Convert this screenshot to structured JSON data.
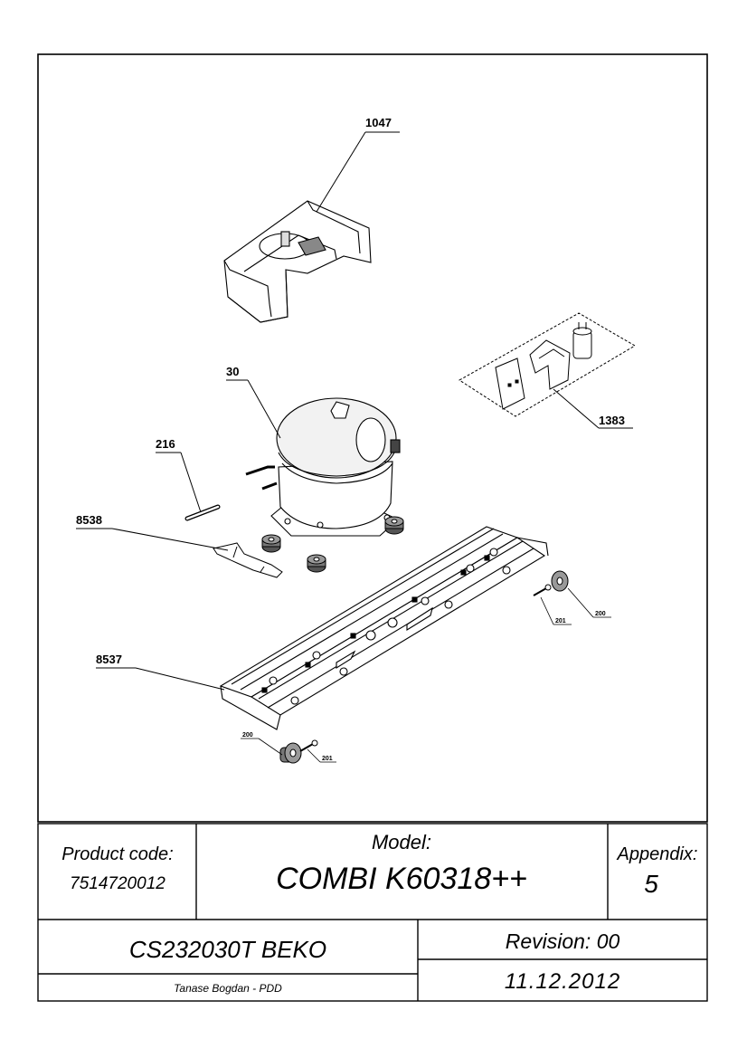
{
  "labels": {
    "cover": "1047",
    "compressor": "30",
    "relay_kit": "1383",
    "pin": "216",
    "bracket": "8538",
    "rail": "8537",
    "grommet_right": "200",
    "bolt_right": "201",
    "grommet_left": "200",
    "bolt_left": "201"
  },
  "title_block": {
    "product_code_label": "Product code:",
    "product_code": "7514720012",
    "model_label": "Model:",
    "model": "COMBI K60318++",
    "appendix_label": "Appendix:",
    "appendix": "5",
    "part_name": "CS232030T BEKO",
    "revision": "Revision: 00",
    "author": "Tanase Bogdan - PDD",
    "date": "11.12.2012"
  }
}
